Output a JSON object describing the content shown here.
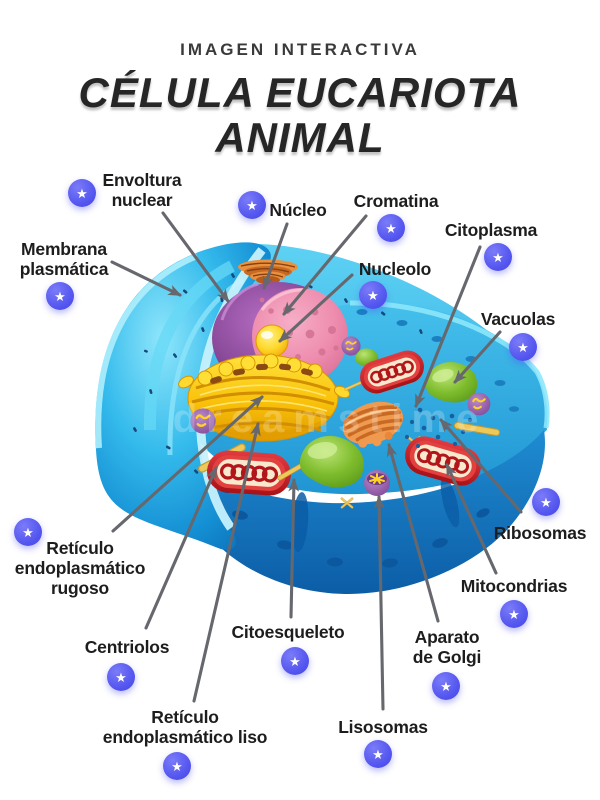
{
  "header": {
    "kicker": "IMAGEN INTERACTIVA",
    "title_line1": "CÉLULA EUCARIOTA",
    "title_line2": "ANIMAL"
  },
  "watermark": "dreamstime",
  "hotspot": {
    "icon": "star-icon",
    "glyph": "★"
  },
  "colors": {
    "hotspot_accent": "#5456ef",
    "arrow": "#66686e",
    "title": "#262626",
    "label": "#1d1d1d",
    "cell_blue": "#2fb4e9"
  },
  "labels": [
    {
      "id": "envoltura-nuclear",
      "text": "Envoltura\nnuclear"
    },
    {
      "id": "nucleo",
      "text": "Núcleo"
    },
    {
      "id": "cromatina",
      "text": "Cromatina"
    },
    {
      "id": "membrana-plasmatica",
      "text": "Membrana\nplasmática"
    },
    {
      "id": "nucleolo",
      "text": "Nucleolo"
    },
    {
      "id": "citoplasma",
      "text": "Citoplasma"
    },
    {
      "id": "vacuolas",
      "text": "Vacuolas"
    },
    {
      "id": "ribosomas",
      "text": "Ribosomas"
    },
    {
      "id": "mitocondrias",
      "text": "Mitocondrias"
    },
    {
      "id": "reticulo-endoplasmatico-rugoso",
      "text": "Retículo\nendoplasmático\nrugoso"
    },
    {
      "id": "centriolos",
      "text": "Centriolos"
    },
    {
      "id": "citoesqueleto",
      "text": "Citoesqueleto"
    },
    {
      "id": "aparato-de-golgi",
      "text": "Aparato\nde Golgi"
    },
    {
      "id": "lisosomas",
      "text": "Lisosomas"
    },
    {
      "id": "reticulo-endoplasmatico-liso",
      "text": "Retículo\nendoplasmático liso"
    }
  ]
}
